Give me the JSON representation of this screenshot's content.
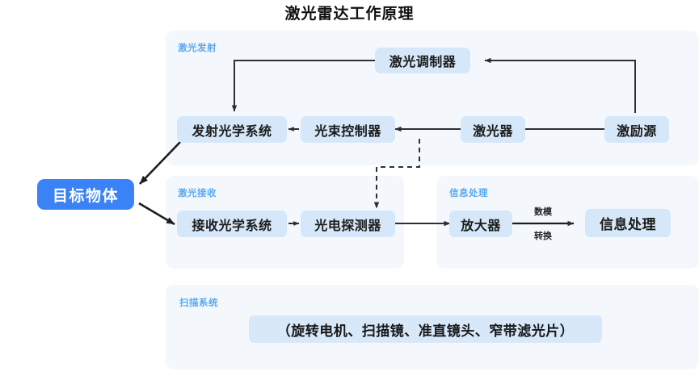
{
  "title": "激光雷达工作原理",
  "colors": {
    "panel_bg": "#f4f8fd",
    "node_bg": "#d5e7f8",
    "node_text": "#1b1b1b",
    "accent_blue": "#3b82f6",
    "section_label": "#5aa9f0",
    "wire": "#2b3038",
    "page_bg": "#ffffff"
  },
  "target": {
    "label": "目标物体"
  },
  "sections": {
    "emission": {
      "label": "激光发射",
      "nodes": {
        "modulator": "激光调制器",
        "emit_optics": "发射光学系统",
        "beam_controller": "光束控制器",
        "laser": "激光器",
        "excitation": "激励源"
      }
    },
    "receive": {
      "label": "激光接收",
      "nodes": {
        "recv_optics": "接收光学系统",
        "photodetector": "光电探测器"
      }
    },
    "processing": {
      "label": "信息处理",
      "nodes": {
        "amplifier": "放大器",
        "info_processing": "信息处理"
      },
      "edge_label_top": "数模",
      "edge_label_bottom": "转换"
    },
    "scanning": {
      "label": "扫描系统",
      "content": "（旋转电机、扫描镜、准直镜头、窄带滤光片）"
    }
  }
}
